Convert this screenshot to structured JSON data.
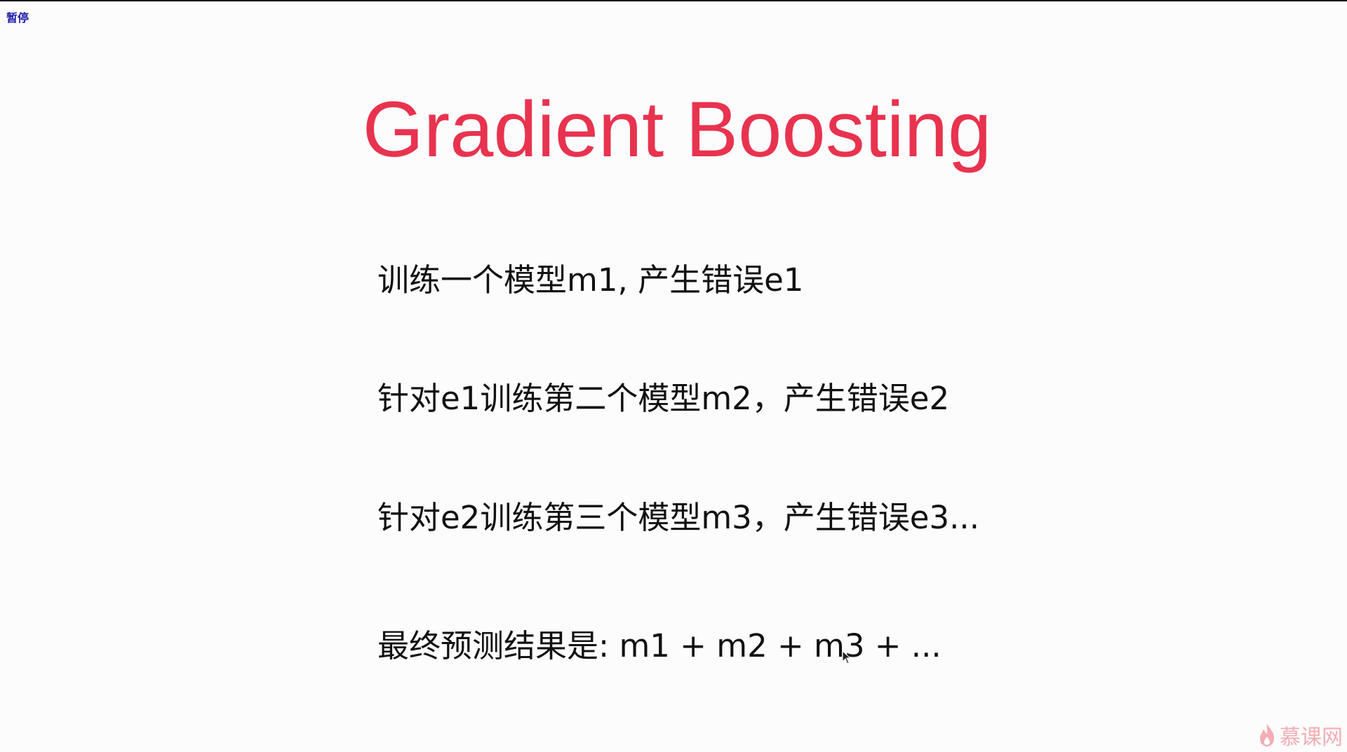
{
  "player": {
    "pause_label": "暂停"
  },
  "slide": {
    "title": "Gradient Boosting",
    "bullets": [
      "训练一个模型m1, 产生错误e1",
      "针对e1训练第二个模型m2，产生错误e2",
      "针对e2训练第三个模型m3，产生错误e3...",
      "最终预测结果是: m1 + m2 + m3 + ..."
    ]
  },
  "watermark": {
    "text": "慕课网",
    "icon": "flame-icon"
  },
  "colors": {
    "title": "#e8334f",
    "text": "#111111",
    "pause": "#1a1aa8",
    "watermark": "#f2a0a8"
  }
}
